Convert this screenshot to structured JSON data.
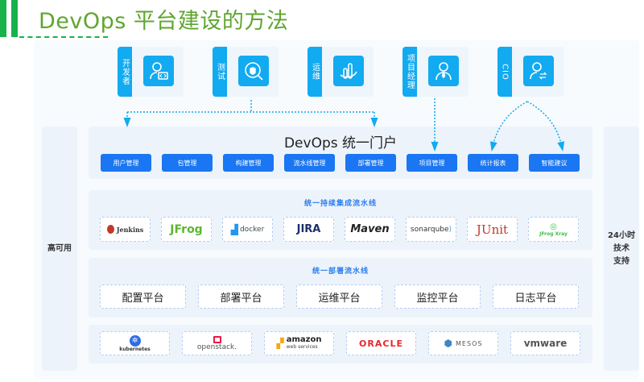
{
  "page": {
    "title": "DevOps 平台建设的方法"
  },
  "roles": [
    {
      "label": "开发者",
      "icon": "developer-icon"
    },
    {
      "label": "测试",
      "icon": "bug-search-icon"
    },
    {
      "label": "运维",
      "icon": "ops-chart-icon"
    },
    {
      "label": "项目经理",
      "icon": "manager-icon"
    },
    {
      "label": "CIO",
      "icon": "cio-user-exchange-icon"
    }
  ],
  "left_side": {
    "label": "高可用"
  },
  "right_side": {
    "line1": "24小时",
    "line2": "技术",
    "line3": "支持"
  },
  "portal": {
    "title": "DevOps 统一门户",
    "buttons": [
      "用户管理",
      "包管理",
      "构建管理",
      "流水线管理",
      "部署管理",
      "项目管理",
      "统计报表",
      "智能建议"
    ]
  },
  "ci_pipeline": {
    "title": "统一持续集成流水线",
    "tools": [
      "Jenkins",
      "JFrog",
      "docker",
      "JIRA",
      "Maven",
      "sonarqube",
      "JUnit",
      "JFrog Xray"
    ]
  },
  "deploy_pipeline": {
    "title": "统一部署流水线",
    "platforms": [
      "配置平台",
      "部署平台",
      "运维平台",
      "监控平台",
      "日志平台"
    ]
  },
  "infrastructure": {
    "items": [
      "kubernetes",
      "openstack.",
      "amazon",
      "web services",
      "ORACLE",
      "MESOS",
      "vmware"
    ]
  },
  "colors": {
    "title_green": "#5fa62f",
    "bar_green": "#17b34a",
    "role_blue": "#12aaf0",
    "button_blue": "#1a76f2",
    "section_blue": "#2a7ef0",
    "panel_bg": "#ecf3fb"
  }
}
